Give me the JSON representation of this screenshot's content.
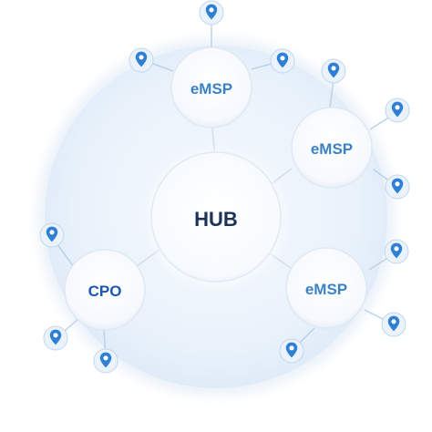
{
  "diagram": {
    "hub_label": "HUB",
    "nodes": [
      {
        "id": "emsp-top",
        "label": "eMSP"
      },
      {
        "id": "emsp-right",
        "label": "eMSP"
      },
      {
        "id": "emsp-bottom-right",
        "label": "eMSP"
      },
      {
        "id": "cpo-left",
        "label": "CPO"
      }
    ],
    "location_pin_icon": "location-pin-icon",
    "colors": {
      "hub_text": "#1e3157",
      "node_text": "#3b82c4",
      "cpo_text": "#1d57b3",
      "connector": "#d6e2ef",
      "pin_fill": "#2f7fd2",
      "pin_stroke": "#b9cfe6",
      "backdrop": "#e8f1fb"
    }
  }
}
